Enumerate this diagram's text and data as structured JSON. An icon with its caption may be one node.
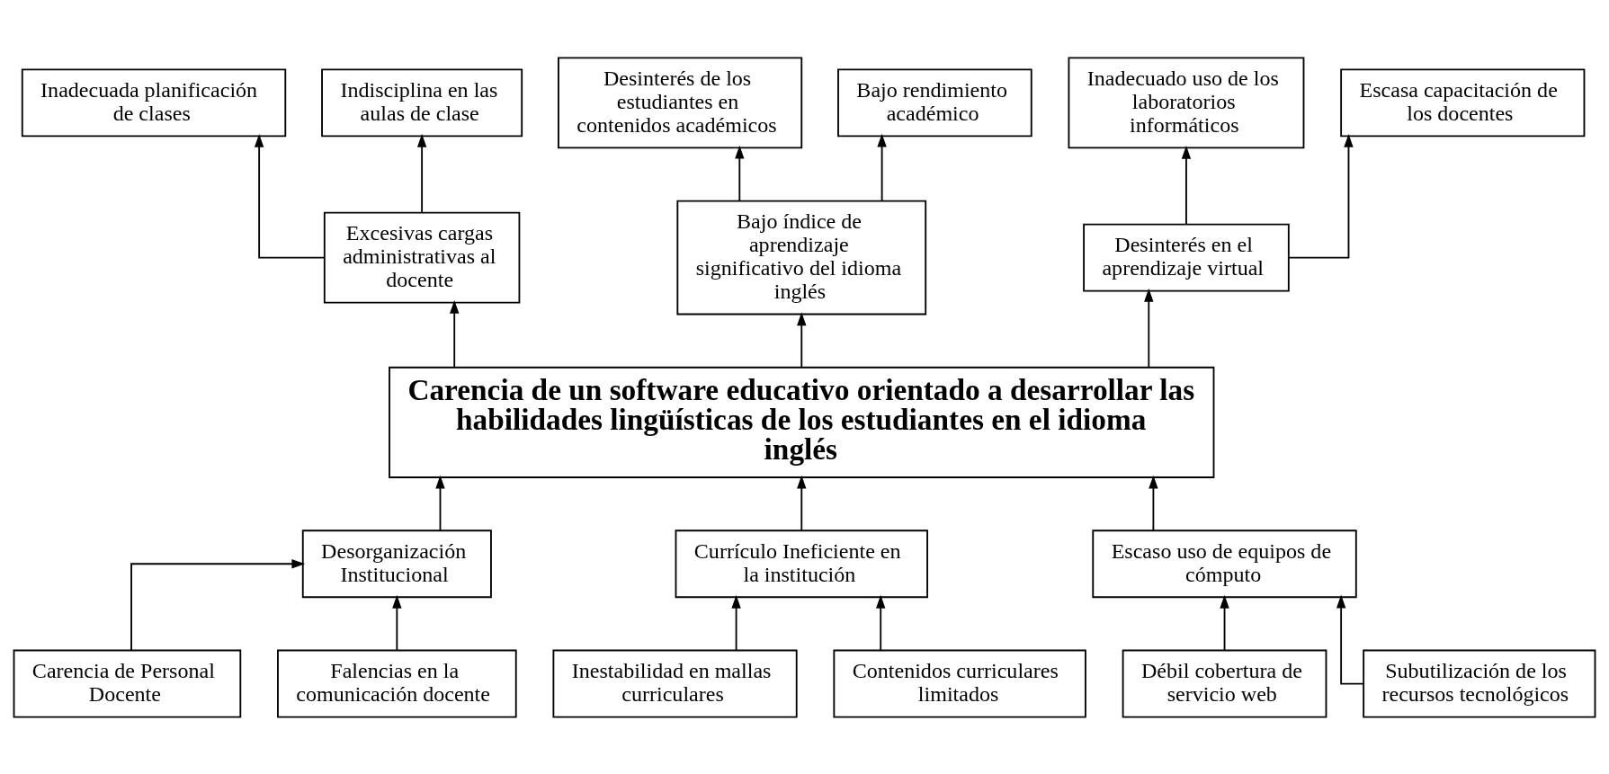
{
  "diagram": {
    "nodes": [
      {
        "text": [
          "Inadecuada planificación de clases"
        ]
      },
      {
        "text": [
          "Indisciplina en las aulas de clase"
        ]
      },
      {
        "text": [
          "Desinterés de los estudiantes en contenidos académicos"
        ]
      },
      {
        "text": [
          "Bajo rendimiento académico"
        ]
      },
      {
        "text": [
          "Inadecuado uso de los laboratorios informáticos"
        ]
      },
      {
        "text": [
          "Escasa capacitación de los docentes"
        ]
      },
      {
        "text": [
          "Excesivas cargas administrativas al docente"
        ]
      },
      {
        "text": [
          "Bajo índice de aprendizaje significativo del idioma inglés"
        ]
      },
      {
        "text": [
          "Desinterés en el aprendizaje virtual"
        ]
      },
      {
        "text": [
          "Carencia de un software educativo orientado a desarrollar las habilidades lingüísticas de los estudiantes en el idioma inglés"
        ]
      },
      {
        "text": [
          "Desorganización Institucional"
        ]
      },
      {
        "text": [
          "Currículo Ineficiente en la institución"
        ]
      },
      {
        "text": [
          "Escaso uso de equipos de cómputo"
        ]
      },
      {
        "text": [
          "Carencia de Personal Docente"
        ]
      },
      {
        "text": [
          "Falencias en la comunicación docente"
        ]
      },
      {
        "text": [
          "Inestabilidad en mallas curriculares"
        ]
      },
      {
        "text": [
          "Contenidos curriculares limitados"
        ]
      },
      {
        "text": [
          "Débil cobertura de servicio web"
        ]
      },
      {
        "text": [
          "Subutilización de los recursos tecnológicos"
        ]
      }
    ],
    "edges": [
      {
        "from": 6,
        "to": 0,
        "arrow": "to"
      },
      {
        "from": 6,
        "to": 1,
        "arrow": "to"
      },
      {
        "from": 7,
        "to": 2,
        "arrow": "to"
      },
      {
        "from": 7,
        "to": 3,
        "arrow": "to"
      },
      {
        "from": 8,
        "to": 4,
        "arrow": "to"
      },
      {
        "from": 8,
        "to": 5,
        "arrow": "to"
      },
      {
        "from": 9,
        "to": 6,
        "arrow": "to"
      },
      {
        "from": 9,
        "to": 7,
        "arrow": "to"
      },
      {
        "from": 9,
        "to": 8,
        "arrow": "to"
      },
      {
        "from": 10,
        "to": 9,
        "arrow": "to"
      },
      {
        "from": 11,
        "to": 9,
        "arrow": "to"
      },
      {
        "from": 12,
        "to": 9,
        "arrow": "to"
      },
      {
        "from": 13,
        "to": 10,
        "arrow": "to"
      },
      {
        "from": 14,
        "to": 10,
        "arrow": "to"
      },
      {
        "from": 15,
        "to": 11,
        "arrow": "to"
      },
      {
        "from": 16,
        "to": 11,
        "arrow": "to"
      },
      {
        "from": 17,
        "to": 12,
        "arrow": "to"
      },
      {
        "from": 18,
        "to": 12,
        "arrow": "to"
      }
    ]
  }
}
